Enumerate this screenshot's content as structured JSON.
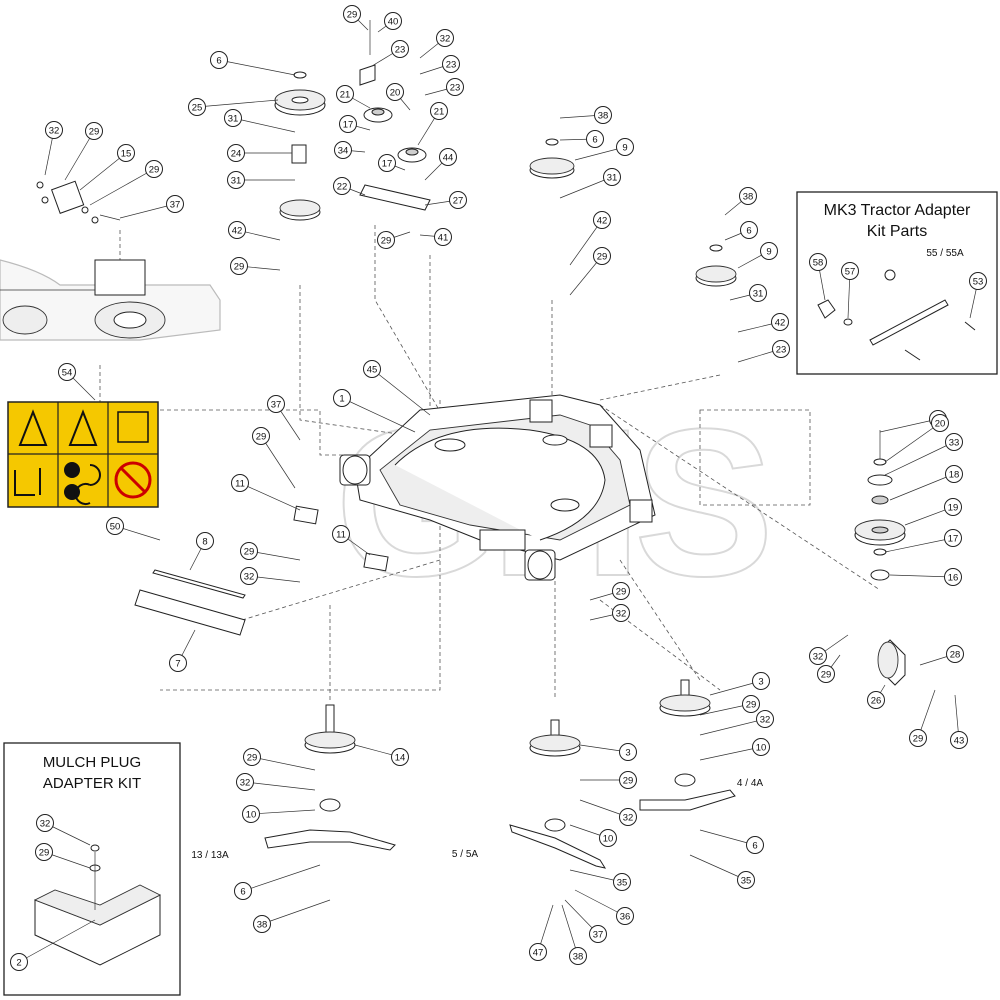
{
  "diagram": {
    "watermark": "GHS",
    "kits": [
      {
        "id": "mk3",
        "title_lines": [
          "MK3 Tractor Adapter",
          "Kit Parts"
        ]
      },
      {
        "id": "mulch",
        "title_lines": [
          "MULCH PLUG",
          "ADAPTER KIT"
        ]
      }
    ],
    "callouts": [
      {
        "id": "c1",
        "label": "29"
      },
      {
        "id": "c2",
        "label": "40"
      },
      {
        "id": "c3",
        "label": "23"
      },
      {
        "id": "c4",
        "label": "32"
      },
      {
        "id": "c5",
        "label": "23"
      },
      {
        "id": "c6",
        "label": "23"
      },
      {
        "id": "c7",
        "label": "21"
      },
      {
        "id": "c8",
        "label": "20"
      },
      {
        "id": "c9",
        "label": "17"
      },
      {
        "id": "c10",
        "label": "34"
      },
      {
        "id": "c11",
        "label": "21"
      },
      {
        "id": "c12",
        "label": "17"
      },
      {
        "id": "c13",
        "label": "44"
      },
      {
        "id": "c14",
        "label": "22"
      },
      {
        "id": "c15",
        "label": "27"
      },
      {
        "id": "c16",
        "label": "29"
      },
      {
        "id": "c17",
        "label": "41"
      },
      {
        "id": "c18",
        "label": "6"
      },
      {
        "id": "c19",
        "label": "25"
      },
      {
        "id": "c20",
        "label": "31"
      },
      {
        "id": "c21",
        "label": "24"
      },
      {
        "id": "c22",
        "label": "31"
      },
      {
        "id": "c23",
        "label": "42"
      },
      {
        "id": "c24",
        "label": "29"
      },
      {
        "id": "c25",
        "label": "32"
      },
      {
        "id": "c26",
        "label": "29"
      },
      {
        "id": "c27",
        "label": "15"
      },
      {
        "id": "c28",
        "label": "29"
      },
      {
        "id": "c29",
        "label": "37"
      },
      {
        "id": "c30",
        "label": "38"
      },
      {
        "id": "c31",
        "label": "6"
      },
      {
        "id": "c32",
        "label": "9"
      },
      {
        "id": "c33",
        "label": "31"
      },
      {
        "id": "c34",
        "label": "42"
      },
      {
        "id": "c35",
        "label": "29"
      },
      {
        "id": "c36",
        "label": "38"
      },
      {
        "id": "c37",
        "label": "6"
      },
      {
        "id": "c38",
        "label": "9"
      },
      {
        "id": "c39",
        "label": "31"
      },
      {
        "id": "c40",
        "label": "42"
      },
      {
        "id": "c41",
        "label": "23"
      },
      {
        "id": "c42",
        "label": "58"
      },
      {
        "id": "c43",
        "label": "57"
      },
      {
        "id": "c44",
        "label": "53"
      },
      {
        "id": "c45",
        "label": "54"
      },
      {
        "id": "c46",
        "label": "45"
      },
      {
        "id": "c47",
        "label": "1"
      },
      {
        "id": "c48",
        "label": "37"
      },
      {
        "id": "c49",
        "label": "29"
      },
      {
        "id": "c50",
        "label": "11"
      },
      {
        "id": "c51",
        "label": "11"
      },
      {
        "id": "c52",
        "label": "29"
      },
      {
        "id": "c53",
        "label": "32"
      },
      {
        "id": "c54",
        "label": "50"
      },
      {
        "id": "c55",
        "label": "8"
      },
      {
        "id": "c56",
        "label": "7"
      },
      {
        "id": "c57",
        "label": "39"
      },
      {
        "id": "c58",
        "label": "20"
      },
      {
        "id": "c59",
        "label": "33"
      },
      {
        "id": "c60",
        "label": "18"
      },
      {
        "id": "c61",
        "label": "19"
      },
      {
        "id": "c62",
        "label": "17"
      },
      {
        "id": "c63",
        "label": "16"
      },
      {
        "id": "c64",
        "label": "29"
      },
      {
        "id": "c65",
        "label": "32"
      },
      {
        "id": "c66",
        "label": "32"
      },
      {
        "id": "c67",
        "label": "29"
      },
      {
        "id": "c68",
        "label": "28"
      },
      {
        "id": "c69",
        "label": "26"
      },
      {
        "id": "c70",
        "label": "29"
      },
      {
        "id": "c71",
        "label": "43"
      },
      {
        "id": "c72",
        "label": "3"
      },
      {
        "id": "c73",
        "label": "29"
      },
      {
        "id": "c74",
        "label": "32"
      },
      {
        "id": "c75",
        "label": "10"
      },
      {
        "id": "c76",
        "label": "6"
      },
      {
        "id": "c77",
        "label": "35"
      },
      {
        "id": "c78",
        "label": "3"
      },
      {
        "id": "c79",
        "label": "29"
      },
      {
        "id": "c80",
        "label": "32"
      },
      {
        "id": "c81",
        "label": "10"
      },
      {
        "id": "c82",
        "label": "35"
      },
      {
        "id": "c83",
        "label": "36"
      },
      {
        "id": "c84",
        "label": "37"
      },
      {
        "id": "c85",
        "label": "47"
      },
      {
        "id": "c86",
        "label": "38"
      },
      {
        "id": "c87",
        "label": "14"
      },
      {
        "id": "c88",
        "label": "29"
      },
      {
        "id": "c89",
        "label": "32"
      },
      {
        "id": "c90",
        "label": "10"
      },
      {
        "id": "c91",
        "label": "6"
      },
      {
        "id": "c92",
        "label": "38"
      },
      {
        "id": "c93",
        "label": "32"
      },
      {
        "id": "c94",
        "label": "29"
      },
      {
        "id": "c95",
        "label": "2"
      }
    ],
    "free_labels": [
      {
        "id": "f1",
        "text": "55 / 55A"
      },
      {
        "id": "f2",
        "text": "4 / 4A"
      },
      {
        "id": "f3",
        "text": "5 / 5A"
      },
      {
        "id": "f4",
        "text": "13 / 13A"
      }
    ],
    "icons": [
      "safety-decal-icon",
      "pulley-icon",
      "spindle-icon",
      "blade-icon",
      "deck-housing-icon"
    ],
    "colors": {
      "decal_yellow": "#f5c800",
      "line": "#222222",
      "watermark": "#d9d9d9"
    }
  }
}
